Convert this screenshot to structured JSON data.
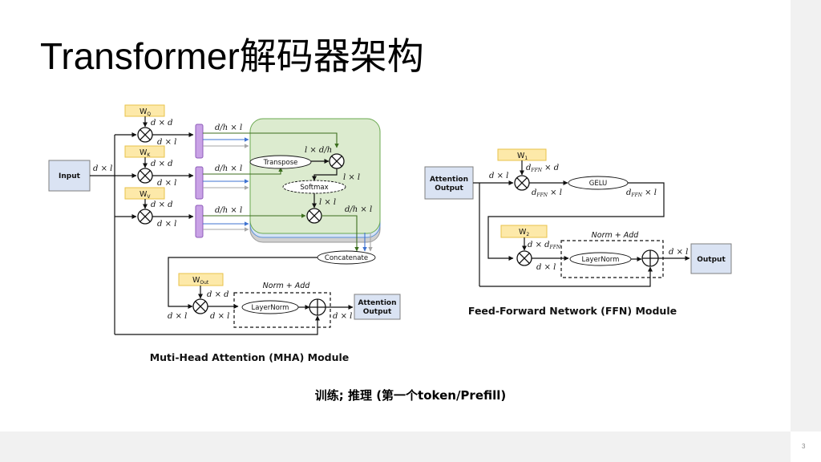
{
  "slide": {
    "title": "Transformer解码器架构",
    "caption": "训练; 推理 (第一个token/Prefill)",
    "page_number": "3"
  },
  "mha": {
    "title": "Muti-Head Attention (MHA) Module",
    "input_label": "Input",
    "input_dim": "d × l",
    "weights": [
      {
        "name": "W",
        "sub": "Q",
        "dim_in": "d × d",
        "dim_out": "d × l"
      },
      {
        "name": "W",
        "sub": "K",
        "dim_in": "d × d",
        "dim_out": "d × l"
      },
      {
        "name": "W",
        "sub": "V",
        "dim_in": "d × d",
        "dim_out": "d × l"
      }
    ],
    "head_dims": [
      "d/h × l",
      "d/h × l",
      "d/h × l"
    ],
    "transpose_label": "Transpose",
    "transpose_dim": "l × d/h",
    "softmax_label": "Softmax",
    "qk_out_dim": "l × l",
    "softmax_out_dim": "l × l",
    "attn_out_dim": "d/h × l",
    "concatenate_label": "Concatenate",
    "w_out": {
      "name": "W",
      "sub": "Out",
      "dim_in": "d × d"
    },
    "concat_out_dim": "d × l",
    "proj_out_dim": "d × l",
    "norm_add_label": "Norm + Add",
    "layernorm_label": "LayerNorm",
    "out_dim": "d × l",
    "output_label_line1": "Attention",
    "output_label_line2": "Output"
  },
  "ffn": {
    "title": "Feed-Forward Network (FFN) Module",
    "input_label_line1": "Attention",
    "input_label_line2": "Output",
    "input_dim": "d × l",
    "w1": {
      "name": "W",
      "sub": "1",
      "dim_in": "d_FFN × d",
      "dim_out": "d_FFN × l"
    },
    "gelu_label": "GELU",
    "gelu_out_dim": "d_FFN × l",
    "w2": {
      "name": "W",
      "sub": "2",
      "dim_in": "d × d_FFN",
      "dim_out": "d × l"
    },
    "norm_add_label": "Norm + Add",
    "layernorm_label": "LayerNorm",
    "out_dim": "d × l",
    "output_label": "Output"
  },
  "colors": {
    "weight_fill": "#fde9a9",
    "weight_stroke": "#e8c24a",
    "box_fill": "#dae3f3",
    "box_stroke": "#7f7f7f",
    "head_fill": "#c9a2e6",
    "head_stroke": "#8d5bb8",
    "green_fill": "#dcebcf",
    "green_stroke": "#6aa84f",
    "blue_layer": "#d6e4f5",
    "blue_stroke": "#5b8fd6",
    "grey_layer": "#d0d0d0",
    "green_line": "#3c6e1e",
    "blue_line": "#3f73d1",
    "grey_line": "#a6a6a6"
  }
}
